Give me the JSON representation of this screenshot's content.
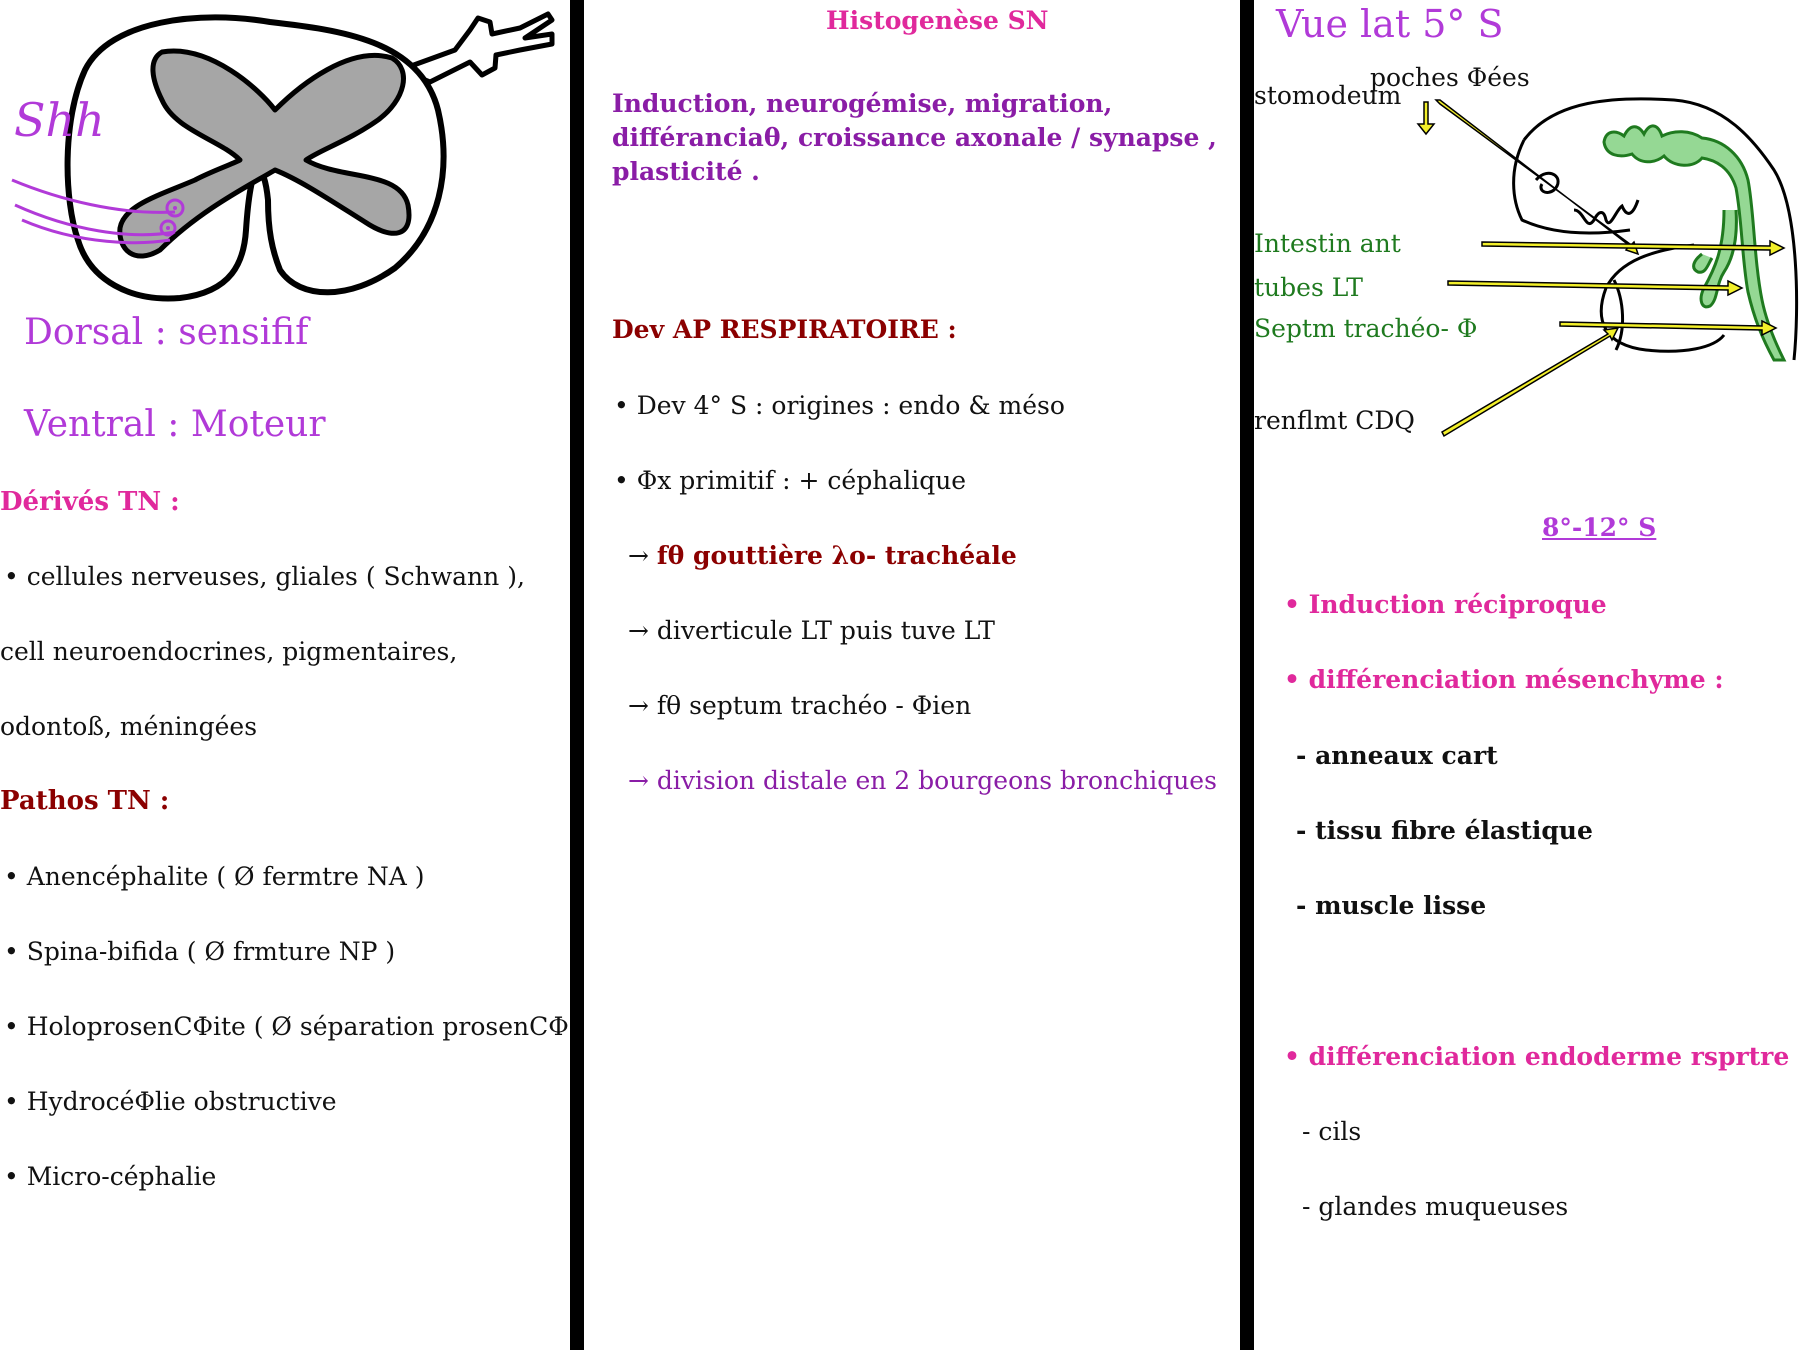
{
  "colors": {
    "magenta": "#e0299c",
    "purple": "#b13ad8",
    "violet": "#8a1da6",
    "darkred": "#8b0000",
    "green": "#1f7a1f",
    "lightgreen": "#95d894",
    "yellow": "#f2ef2a",
    "gray": "#a6a6a6"
  },
  "left": {
    "drawing_label": "Shh",
    "dorsal": "Dorsal : sensifif",
    "ventral": "Ventral : Moteur",
    "derives_title": "Dérivés TN :",
    "derives_lines": [
      "• cellules nerveuses, gliales ( Schwann ),",
      "cell neuroendocrines, pigmentaires,",
      "odontoß, méningées"
    ],
    "pathos_title": "Pathos TN :",
    "pathos_items": [
      "• Anencéphalite ( Ø fermtre NA )",
      "• Spina-bifida ( Ø frmture NP )",
      "• HoloprosenCΦite ( Ø séparation prosenCΦ",
      "• HydrocéΦlie obstructive",
      "• Micro-céphalie"
    ]
  },
  "middle": {
    "title": "Histogenèse SN",
    "intro_lines": [
      "Induction, neurogémise, migration,",
      "différanciaθ, croissance axonale / synapse ,",
      "plasticité ."
    ],
    "dev_title": "Dev AP RESPIRATOIRE  :",
    "items": [
      "• Dev 4° S : origines : endo & méso",
      "• Φx primitif : + céphalique"
    ],
    "arrow_items": [
      "fθ gouttière λo- trachéale",
      "diverticule LT puis tuve LT",
      "fθ septum trachéo - Φien",
      "division distale en 2 bourgeons bronchiques"
    ],
    "arrow_glyph": "→"
  },
  "right": {
    "title": "Vue lat 5° S",
    "diagram_labels": {
      "poches": "poches Φées",
      "stomodeum": "stomodeum",
      "intestin": "Intestin ant",
      "tubes": "tubes LT",
      "septum": "Septm trachéo- Φ",
      "renflement": "renflmt CDQ"
    },
    "section_title": "8°-12° S",
    "bullets": [
      "• Induction réciproque",
      "• différenciation mésenchyme :"
    ],
    "mesenchyme_items": [
      "- anneaux cart",
      "- tissu fibre élastique",
      "- muscle lisse"
    ],
    "endoderme_title": "• différenciation endoderme rsprtre :",
    "endoderme_items": [
      "- cils",
      "- glandes muqueuses"
    ]
  }
}
